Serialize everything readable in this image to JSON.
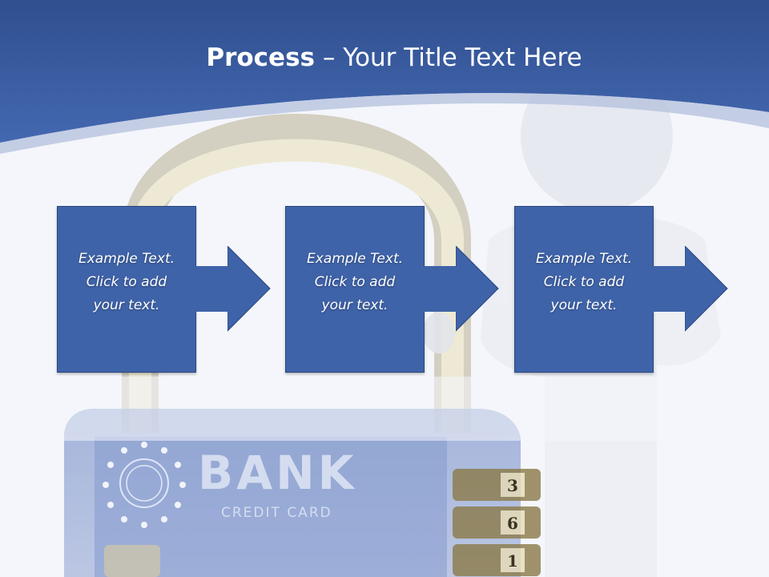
{
  "header": {
    "title_bold": "Process",
    "title_rest": " – Your Title Text Here"
  },
  "steps": [
    {
      "line1": "Example Text.",
      "line2": "Click  to add",
      "line3": "your text."
    },
    {
      "line1": "Example Text.",
      "line2": "Click  to add",
      "line3": "your text."
    },
    {
      "line1": "Example Text.",
      "line2": "Click  to add",
      "line3": "your text."
    }
  ],
  "padlock": {
    "brand": "BANK",
    "subtitle": "CREDIT CARD",
    "dial_digits": [
      "3",
      "6",
      "1"
    ]
  },
  "colors": {
    "header_blue": "#3a5fa9",
    "box_blue": "#3f63a8",
    "box_border": "#2a467e",
    "arrow_blue": "#3f63a8",
    "background": "#f3f5fa"
  }
}
